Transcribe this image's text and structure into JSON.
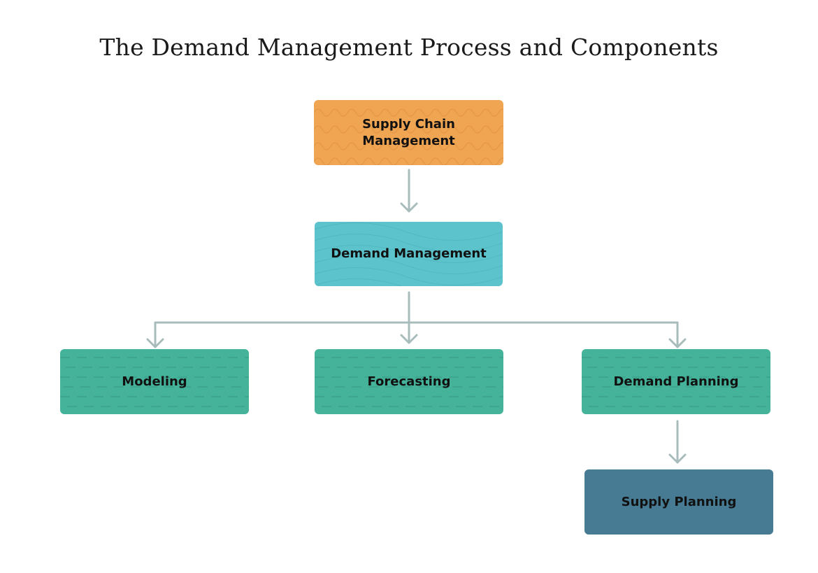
{
  "title": "The Demand Management Process and Components",
  "colors": {
    "supply_chain_management": "#f0a552",
    "demand_management": "#5cc3cc",
    "components": "#45b39a",
    "supply_planning": "#467b93",
    "connector": "#a9bcbc"
  },
  "nodes": {
    "supply_chain_management": "Supply Chain\nManagement",
    "demand_management": "Demand Management",
    "modeling": "Modeling",
    "forecasting": "Forecasting",
    "demand_planning": "Demand Planning",
    "supply_planning": "Supply Planning"
  },
  "edges": [
    [
      "supply_chain_management",
      "demand_management"
    ],
    [
      "demand_management",
      "modeling"
    ],
    [
      "demand_management",
      "forecasting"
    ],
    [
      "demand_management",
      "demand_planning"
    ],
    [
      "demand_planning",
      "supply_planning"
    ]
  ]
}
